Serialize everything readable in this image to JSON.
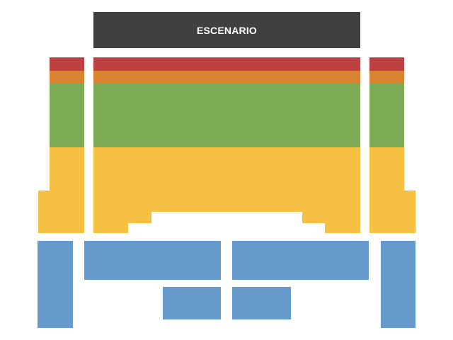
{
  "stage": {
    "label": "ESCENARIO"
  },
  "colors": {
    "stage_bg": "#404040",
    "stage_text": "#ffffff",
    "red": "#BE4141",
    "orange": "#D98433",
    "green": "#7EAB55",
    "yellow": "#F6C142",
    "blue": "#6699CC"
  },
  "legend_zones": [
    {
      "id": "red",
      "color": "#BE4141"
    },
    {
      "id": "orange",
      "color": "#D98433"
    },
    {
      "id": "green",
      "color": "#7EAB55"
    },
    {
      "id": "yellow",
      "color": "#F6C142"
    },
    {
      "id": "blue",
      "color": "#6699CC"
    }
  ]
}
